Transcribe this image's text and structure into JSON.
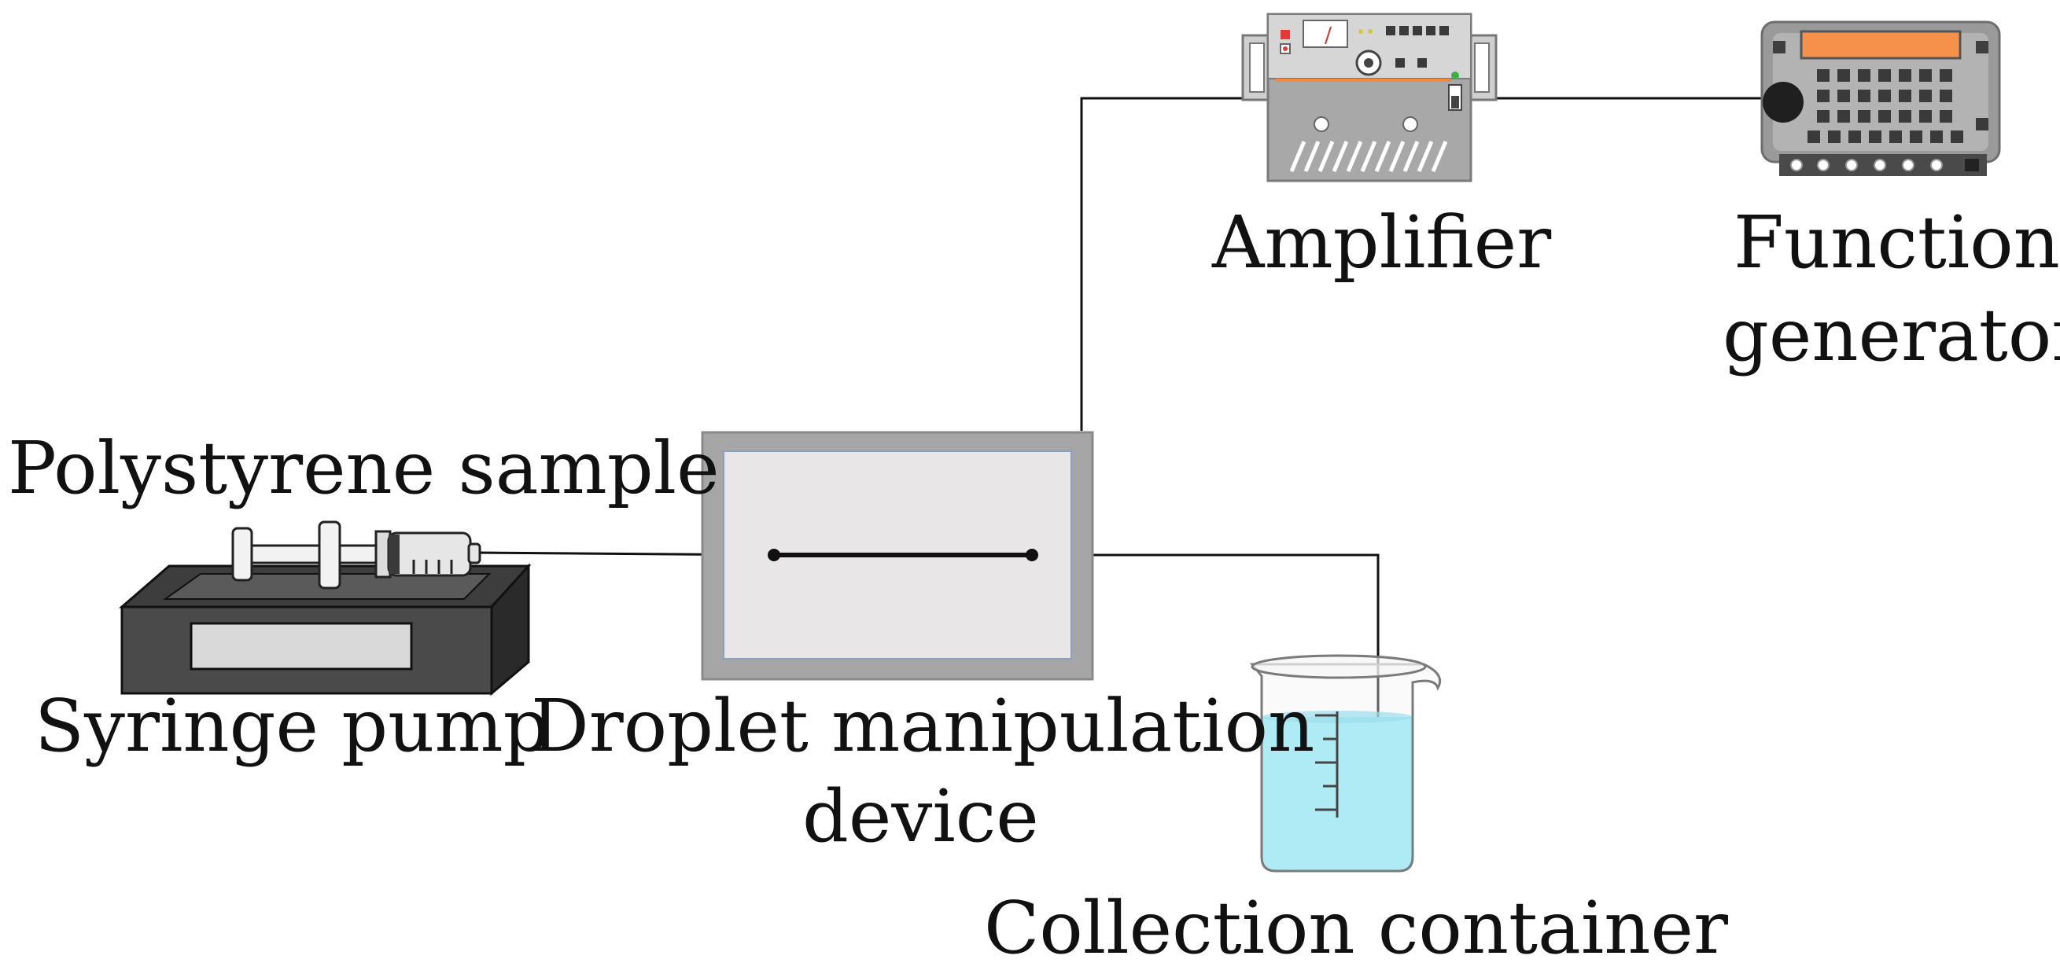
{
  "labels": {
    "amplifier": "Amplifier",
    "function_generator_line1": "Function",
    "function_generator_line2": "generator",
    "polystyrene_sample": "Polystyrene sample",
    "syringe_pump": "Syringe pump",
    "droplet_device_line1": "Droplet manipulation",
    "droplet_device_line2": "device",
    "collection_container": "Collection container"
  },
  "icons": {
    "amplifier": "amplifier-icon",
    "function_generator": "function-generator-icon",
    "syringe_pump": "syringe-pump-icon",
    "syringe": "syringe-icon",
    "droplet_device": "droplet-manipulation-device-icon",
    "beaker": "beaker-icon"
  },
  "colors": {
    "generator_display": "#f5914a",
    "beaker_liquid": "#8de8f8",
    "device_frame": "#a6a6a6",
    "device_panel": "#e9e6e8",
    "pump_body": "#404040",
    "instrument_gray": "#a8a8a8"
  }
}
